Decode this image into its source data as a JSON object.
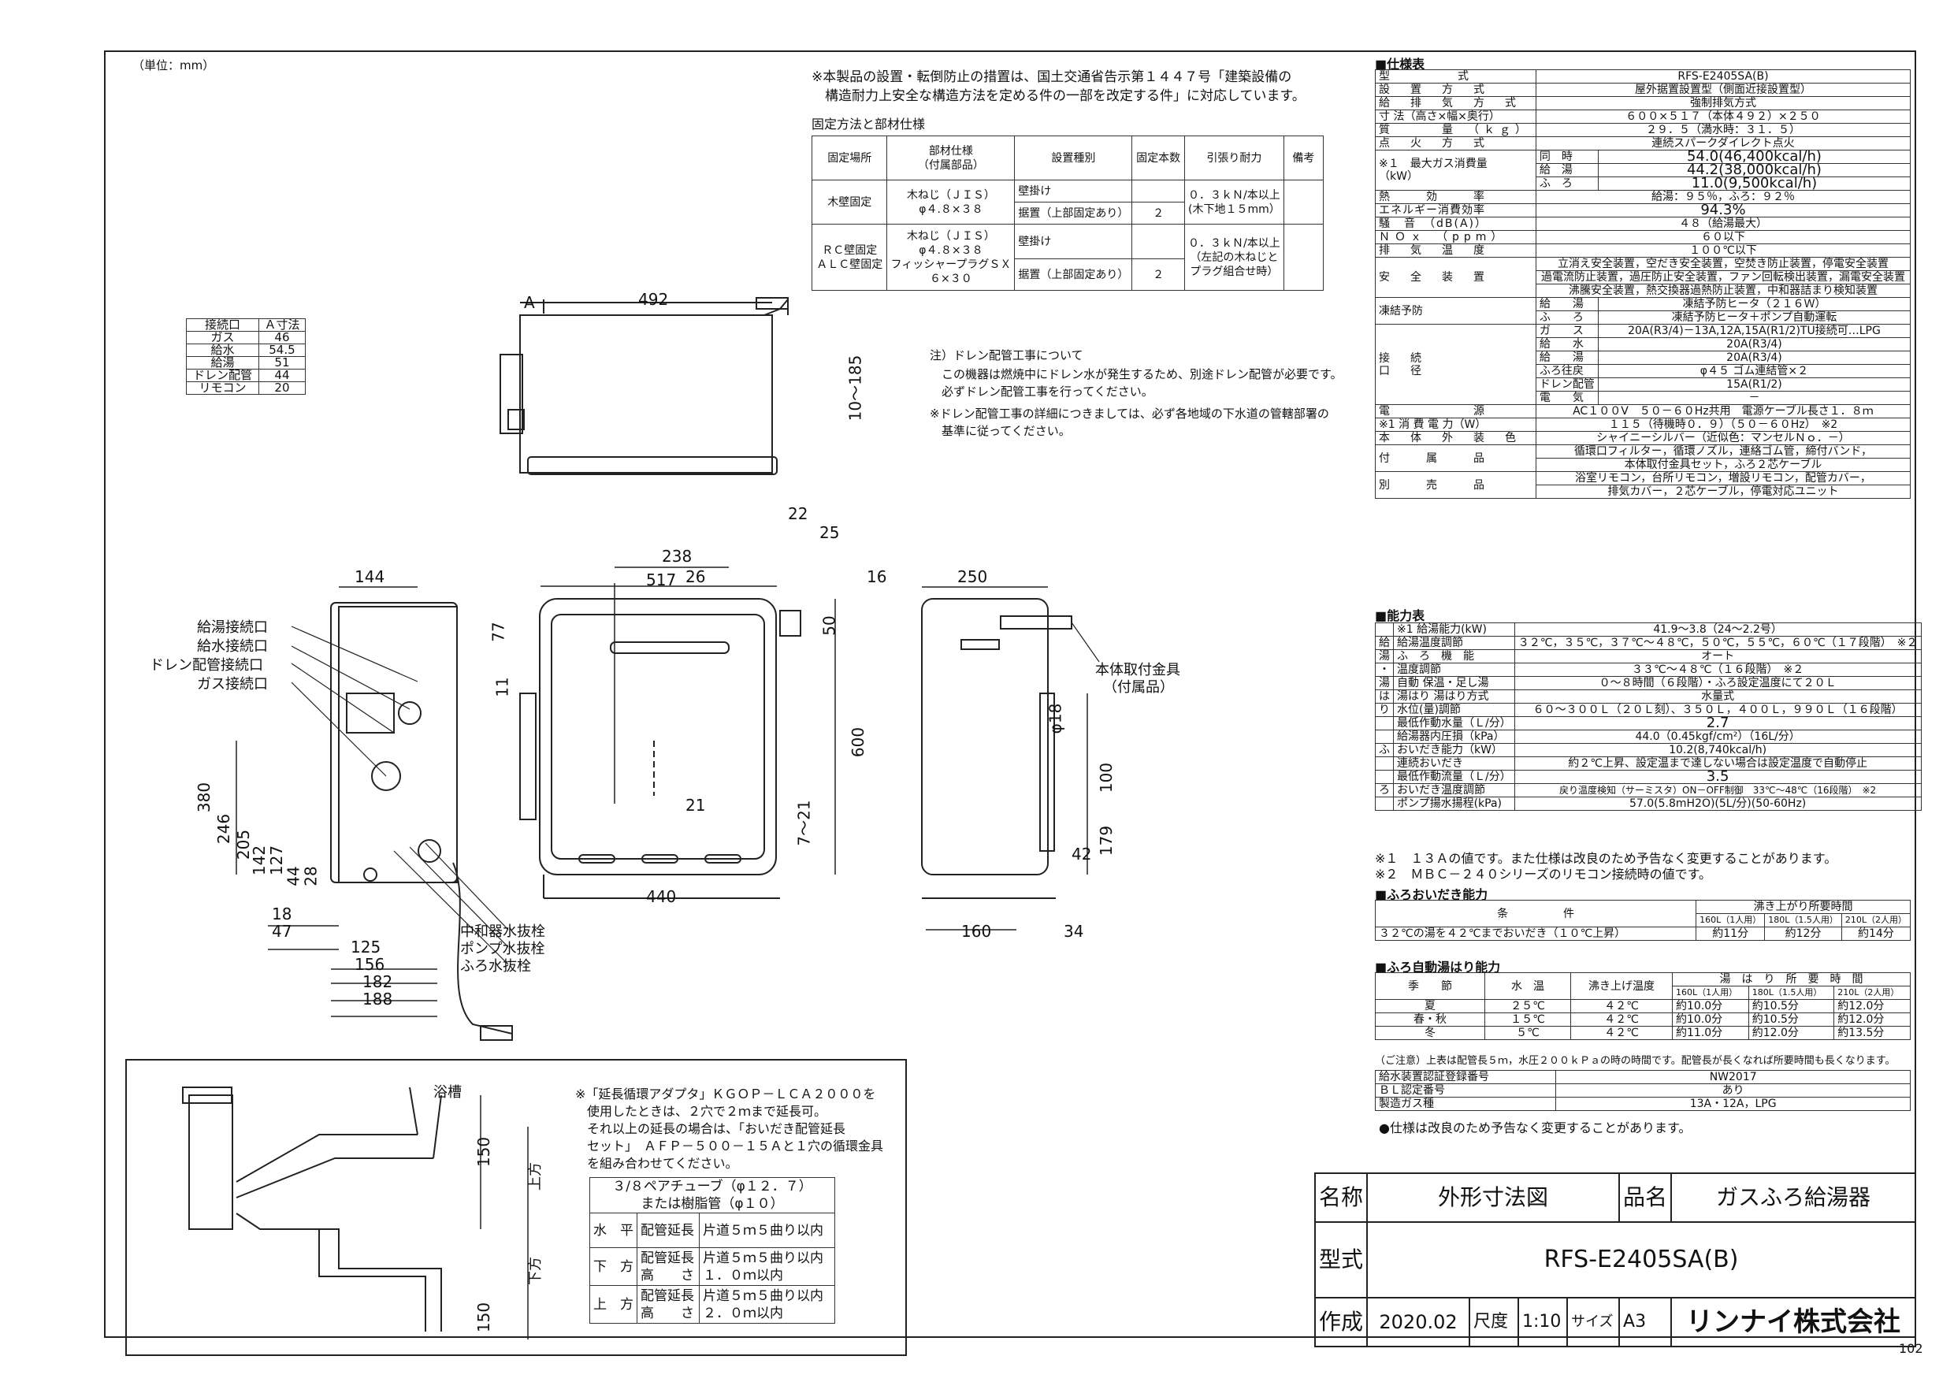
{
  "unit_note": "（単位：mm）",
  "page_number": "102",
  "install_note": {
    "line1": "※本製品の設置・転倒防止の措置は、国土交通省告示第１４４７号「建築設備の",
    "line2": "　構造耐力上安全な構造方法を定める件の一部を改定する件」に対応しています。"
  },
  "fix_table": {
    "caption": "固定方法と部材仕様",
    "headers": [
      "固定場所",
      "部材仕様\n（付属部品）",
      "設置種別",
      "固定本数",
      "引張り耐力",
      "備考"
    ],
    "rows": [
      {
        "place": "木壁固定",
        "part": "木ねじ（ＪＩＳ）\nφ４.８×３８",
        "type_a": "壁掛け",
        "type_b": "据置（上部固定あり）",
        "count": "２",
        "strength": "０．３ｋＮ/本以上\n(木下地１５mm）"
      },
      {
        "place": "ＲＣ壁固定\nＡＬＣ壁固定",
        "part": "木ねじ（ＪＩＳ）\nφ４.８×３８\nフィッシャープラグＳＸ\n６×３０",
        "type_a": "壁掛け",
        "type_b": "据置（上部固定あり）",
        "count": "２",
        "strength": "０．３ｋＮ/本以上\n（左記の木ねじと\nプラグ組合せ時）"
      }
    ]
  },
  "conn_table": {
    "headers": [
      "接続口",
      "Ａ寸法"
    ],
    "rows": [
      [
        "ガス",
        "46"
      ],
      [
        "給水",
        "54.5"
      ],
      [
        "給湯",
        "51"
      ],
      [
        "ドレン配管",
        "44"
      ],
      [
        "リモコン",
        "20"
      ]
    ]
  },
  "drain_note": {
    "line1": "注）ドレン配管工事について",
    "line2": "　この機器は燃焼中にドレン水が発生するため、別途ドレン配管が必要です。",
    "line3": "　必ずドレン配管工事を行ってください。",
    "line4": "※ドレン配管工事の詳細につきましては、必ず各地域の下水道の管轄部署の",
    "line5": "　基準に従ってください。"
  },
  "dims": {
    "top_width": "492",
    "a": "A",
    "top_height": "10～185",
    "w517": "517",
    "w238": "238",
    "w26": "26",
    "w22": "22",
    "w25": "25",
    "h50": "50",
    "h600": "600",
    "h77": "77",
    "h11": "11",
    "w21": "21",
    "h7_21": "7～21",
    "w440": "440",
    "side_w250": "250",
    "side_16": "16",
    "side_18": "φ18",
    "side_100": "100",
    "side_179": "179",
    "side_42": "42",
    "side_160": "160",
    "side_34": "34",
    "left_144": "144",
    "left_380": "380",
    "left_246": "246",
    "left_205": "205",
    "left_142": "142",
    "left_127": "127",
    "left_44": "44",
    "left_28": "28",
    "left_18": "18",
    "left_47": "47",
    "left_125": "125",
    "left_156": "156",
    "left_182": "182",
    "left_188": "188",
    "bath_150a": "150",
    "bath_150b": "150",
    "up": "上方",
    "down": "下方"
  },
  "callouts": {
    "hot_out": "給湯接続口",
    "water_in": "給水接続口",
    "drain": "ドレン配管接続口",
    "gas": "ガス接続口",
    "neutral_drain": "中和器水抜栓",
    "pump_drain": "ポンプ水抜栓",
    "bath_drain": "ふろ水抜栓",
    "mount": "本体取付金具",
    "mount2": "（付属品）",
    "bathtub": "浴槽"
  },
  "adapter_note": {
    "line1": "※「延長循環アダプタ」ＫＧＯＰ－ＬＣＡ２０００を",
    "line2": "使用したときは、２穴で２ｍまで延長可。",
    "line3": "それ以上の延長の場合は、「おいだき配管延長",
    "line4": "セット」　ＡＦＰ－５００－１５Ａと１穴の循環金具",
    "line5": "を組み合わせてください。"
  },
  "pipe_table": {
    "header1": "３/８ペアチューブ（φ１２．７）",
    "header2": "または樹脂管（φ１０）",
    "rows": [
      {
        "dir": "水　平",
        "item": "配管延長",
        "value": "片道５ｍ５曲り以内"
      },
      {
        "dir": "下　方",
        "item": "配管延長\n高　　さ",
        "value": "片道５ｍ５曲り以内\n１．０ｍ以内"
      },
      {
        "dir": "上　方",
        "item": "配管延長\n高　　さ",
        "value": "片道５ｍ５曲り以内\n２．０ｍ以内"
      }
    ]
  },
  "spec": {
    "title": "■仕様表",
    "rows": [
      [
        "型　　　　式",
        "RFS-E2405SA(B)"
      ],
      [
        "設　置　方　式",
        "屋外据置設置型（側面近接設置型）"
      ],
      [
        "給　排　気　方　式",
        "強制排気方式"
      ],
      [
        "寸 法（高さ×幅×奥行）",
        "６００×５１７（本体４９２）×２５０"
      ],
      [
        "質　　　量　（ｋｇ）",
        "２９．５（満水時：３１．５）"
      ],
      [
        "点　火　方　式",
        "連続スパークダイレクト点火"
      ]
    ],
    "gas_label": "※１　最大ガス消費量\n（kW）",
    "gas_rows": [
      [
        "同　時",
        "54.0(46,400kcal/h)"
      ],
      [
        "給　湯",
        "44.2(38,000kcal/h)"
      ],
      [
        "ふ　ろ",
        "11.0(9,500kcal/h)"
      ]
    ],
    "rows2": [
      [
        "熱　　効　　率",
        "給湯：９５％，ふろ：９２％"
      ],
      [
        "エネルギー消費効率",
        "94.3%"
      ],
      [
        "騒　音　（dB(A)）",
        "４８（給湯最大）"
      ],
      [
        "ＮＯｘ　（ppm）",
        "６０以下"
      ],
      [
        "排　気　温　度",
        "１００℃以下"
      ]
    ],
    "safety_label": "安　全　装　置",
    "safety": [
      "立消え安全装置，空だき安全装置，空焚き防止装置，停電安全装置",
      "過電流防止装置，過圧防止安全装置，ファン回転検出装置，漏電安全装置",
      "沸騰安全装置，熱交換器過熱防止装置，中和器詰まり検知装置"
    ],
    "freeze_label": "凍結予防",
    "freeze": [
      [
        "給　　湯",
        "凍結予防ヒータ（２１６Ｗ）"
      ],
      [
        "ふ　　ろ",
        "凍結予防ヒータ＋ポンプ自動運転"
      ]
    ],
    "conn_label": "接　続\n口　径",
    "conn": [
      [
        "ガ　　ス",
        "20A(R3/4)－13A,12A,15A(R1/2)TU接続可…LPG"
      ],
      [
        "給　　水",
        "20A(R3/4)"
      ],
      [
        "給　　湯",
        "20A(R3/4)"
      ],
      [
        "ふろ往戻",
        "φ４５ ゴム連結管×２"
      ],
      [
        "ドレン配管",
        "15A(R1/2)"
      ],
      [
        "電　　気",
        "－"
      ]
    ],
    "rows3": [
      [
        "電　　　　　源",
        "AC１００V　５０－６０Hz共用　電源ケーブル長さ１．８ｍ"
      ],
      [
        "※1 消 費 電 力（W）",
        "１１５（待機時０．９）（５０－６０Hz）　※2"
      ],
      [
        "本　体　外　装　色",
        "シャイニーシルバー（近似色：マンセルＮｏ．－）"
      ]
    ],
    "acc_label": "付　　属　　品",
    "acc": [
      "循環口フィルター，循環ノズル，連絡ゴム管，締付バンド，",
      "本体取付金具セット，ふろ２芯ケーブル"
    ],
    "opt_label": "別　　売　　品",
    "opt": [
      "浴室リモコン，台所リモコン，増設リモコン，配管カバー，",
      "排気カバー，２芯ケーブル，停電対応ユニット"
    ]
  },
  "capacity": {
    "title": "■能力表",
    "rows": [
      [
        "",
        "※1 給湯能力(kW)",
        "41.9～3.8（24～2.2号）"
      ],
      [
        "給",
        "給湯温度調節",
        "３２℃，３５℃，３７℃～４８℃，５０℃，５５℃，６０℃（１７段階）　※２"
      ],
      [
        "湯",
        "ふ　ろ　機　能",
        "オート"
      ],
      [
        "・",
        "温度調節",
        "３３℃～４８℃（１６段階）　※２"
      ],
      [
        "湯",
        "自動 保温・足し湯",
        "０～８時間（６段階）・ふろ設定温度にて２０Ｌ"
      ],
      [
        "は",
        "湯はり 湯はり方式",
        "水量式"
      ],
      [
        "り",
        "水位(量)調節",
        "６０～３００Ｌ（２０Ｌ刻）、３５０Ｌ，４００Ｌ，９９０Ｌ（１６段階）"
      ],
      [
        "",
        "最低作動水量（Ｌ/分）",
        "2.7"
      ],
      [
        "",
        "給湯器内圧損（kPa）",
        "44.0（0.45kgf/cm²）（16L/分）"
      ],
      [
        "ふ",
        "おいだき能力（kW）",
        "10.2(8,740kcal/h)"
      ],
      [
        "",
        "連続おいだき",
        "約２℃上昇、設定温まで達しない場合は設定温度で自動停止"
      ],
      [
        "",
        "最低作動流量（Ｌ/分）",
        "3.5"
      ],
      [
        "ろ",
        "おいだき温度調節",
        "戻り温度検知（サーミスタ）ON－OFF制御　33℃～48℃（16段階）　※2"
      ],
      [
        "",
        "ポンプ揚水揚程(kPa)",
        "57.0(5.8mH2O)(5L/分)(50-60Hz)"
      ]
    ],
    "note1": "※１　１３Ａの値です。また仕様は改良のため予告なく変更することがあります。",
    "note2": "※２　ＭＢＣ－２４０シリーズのリモコン接続時の値です。"
  },
  "oidaki": {
    "title": "■ふろおいだき能力",
    "cond_header": "条　　　　　件",
    "time_header": "沸き上がり所要時間",
    "cols": [
      "160L（1人用）",
      "180L（1.5人用）",
      "210L（2人用）"
    ],
    "row_label": "３２℃の湯を４２℃までおいだき（１０℃上昇）",
    "row": [
      "約11分",
      "約12分",
      "約14分"
    ]
  },
  "auto_fill": {
    "title": "■ふろ自動湯はり能力",
    "headers": [
      "季　　節",
      "水　温",
      "沸き上げ温度",
      "湯　は　り　所　要　時　間"
    ],
    "cols": [
      "160L（1人用）",
      "180L（1.5人用）",
      "210L（2人用）"
    ],
    "rows": [
      [
        "夏",
        "２５℃",
        "４２℃",
        "約10.0分",
        "約10.5分",
        "約12.0分"
      ],
      [
        "春・秋",
        "１５℃",
        "４２℃",
        "約10.0分",
        "約10.5分",
        "約12.0分"
      ],
      [
        "冬",
        "５℃",
        "４２℃",
        "約11.0分",
        "約12.0分",
        "約13.5分"
      ]
    ],
    "note": "（ご注意）上表は配管長５ｍ，水圧２００ｋＰａの時の時間です。配管長が長くなれば所要時間も長くなります。"
  },
  "cert": [
    [
      "給水装置認証登録番号",
      "NW2017"
    ],
    [
      "ＢＬ認定番号",
      "あり"
    ],
    [
      "製造ガス種",
      "13A・12A，LPG"
    ]
  ],
  "cert_note": "●仕様は改良のため予告なく変更することがあります。",
  "title_block": {
    "name_label": "名称",
    "name": "外形寸法図",
    "product_label": "品名",
    "product": "ガスふろ給湯器",
    "model_label": "型式",
    "model": "RFS-E2405SA(B)",
    "made_label": "作成",
    "made": "2020.02",
    "scale_label": "尺度",
    "scale": "1:10",
    "size_label": "サイズ",
    "size": "A3",
    "company": "リンナイ株式会社"
  }
}
